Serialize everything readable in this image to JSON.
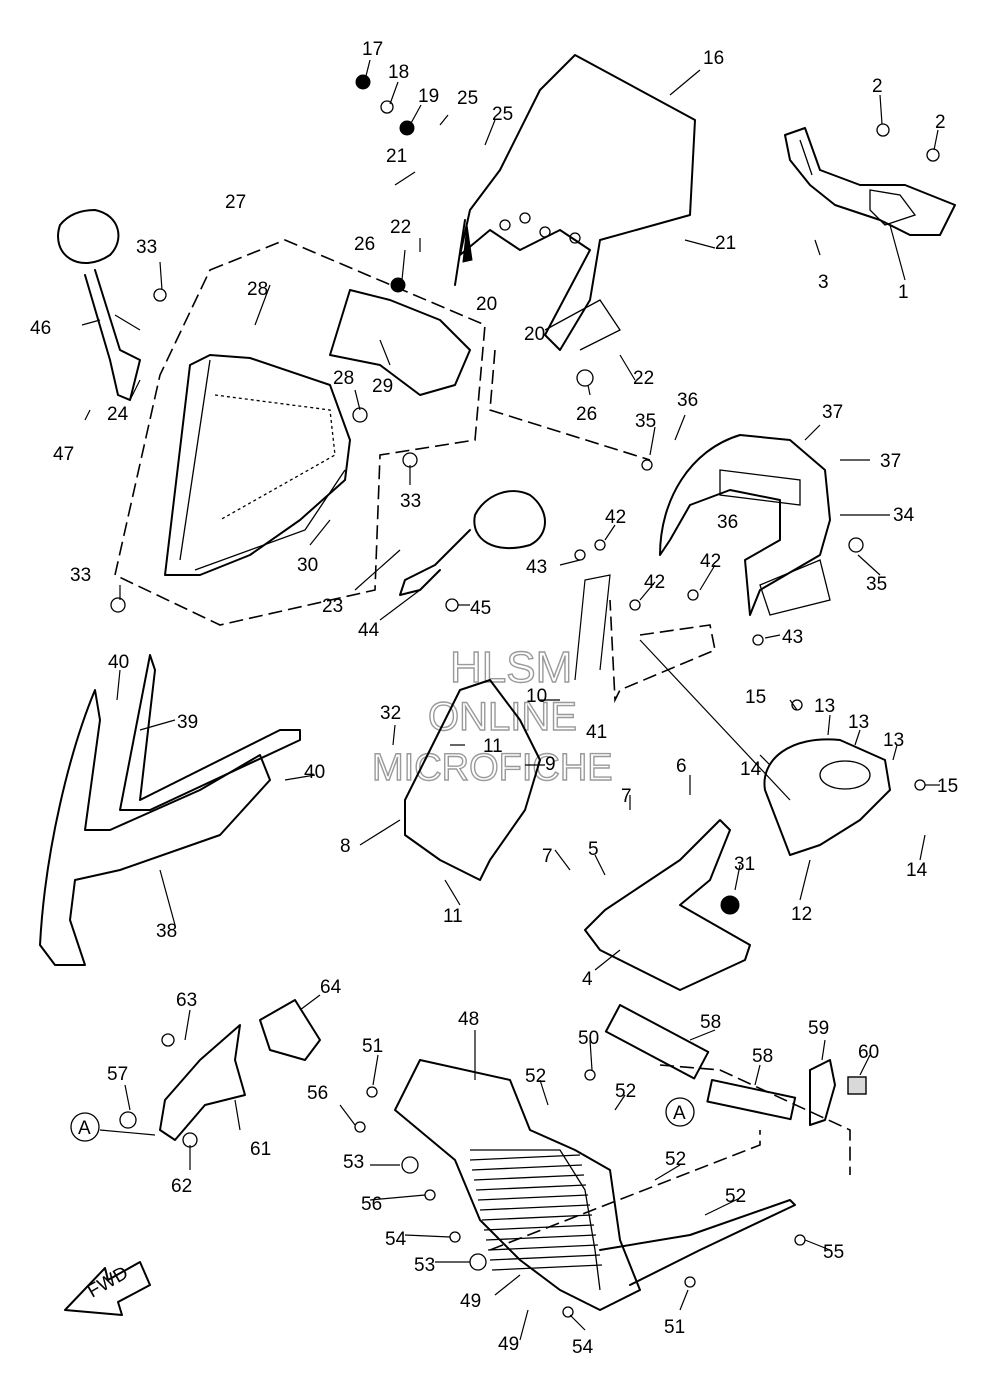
{
  "watermark": {
    "line1": "HLSM",
    "line2": "ONLINE",
    "line3": "MICROFICHE"
  },
  "fwd_label": "FWD",
  "ref_marker": "A",
  "callouts": [
    "1",
    "2",
    "3",
    "4",
    "5",
    "6",
    "7",
    "8",
    "9",
    "10",
    "11",
    "12",
    "13",
    "14",
    "15",
    "16",
    "17",
    "18",
    "19",
    "20",
    "21",
    "22",
    "23",
    "24",
    "25",
    "26",
    "27",
    "28",
    "29",
    "30",
    "31",
    "32",
    "33",
    "34",
    "35",
    "36",
    "37",
    "38",
    "39",
    "40",
    "41",
    "42",
    "43",
    "44",
    "45",
    "46",
    "47",
    "48",
    "49",
    "50",
    "51",
    "52",
    "53",
    "54",
    "55",
    "56",
    "57",
    "58",
    "59",
    "60",
    "61",
    "62",
    "63",
    "64"
  ]
}
